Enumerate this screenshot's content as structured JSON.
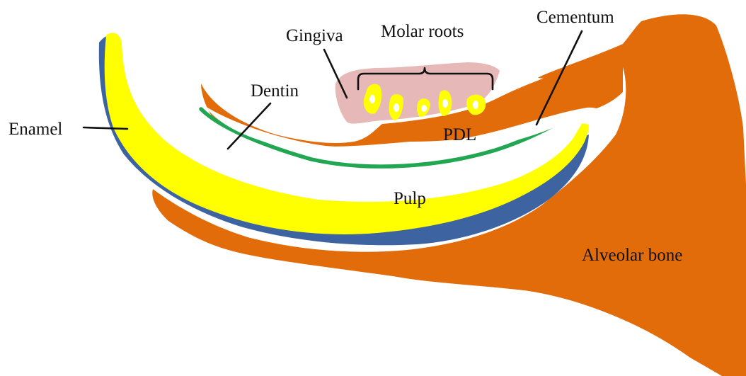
{
  "labels": {
    "gingiva": "Gingiva",
    "molar_roots": "Molar roots",
    "cementum": "Cementum",
    "dentin": "Dentin",
    "enamel": "Enamel",
    "pdl": "PDL",
    "pulp": "Pulp",
    "alveolar_bone": "Alveolar bone"
  },
  "colors": {
    "bone": "#e36c0a",
    "gingiva": "#e6b8b7",
    "enamel": "#3d64a0",
    "dentin": "#ffff00",
    "cementum": "#21a651",
    "pulp": "#ffffff",
    "text": "#111111"
  }
}
